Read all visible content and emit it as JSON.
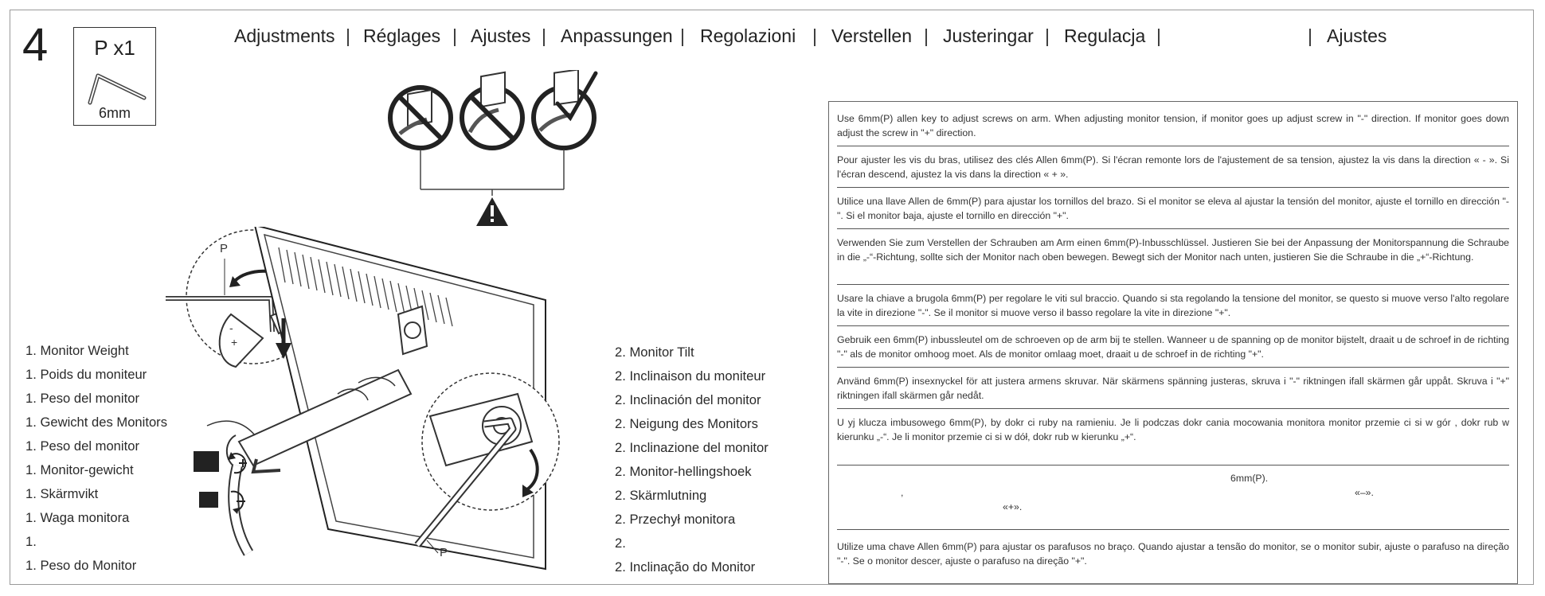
{
  "step": {
    "number": "4"
  },
  "tool": {
    "quantity": "P x1",
    "size": "6mm",
    "icon": "allen-key-icon"
  },
  "header": {
    "items": [
      "Adjustments",
      "Réglages",
      "Ajustes",
      "Anpassungen",
      "Regolazioni",
      "Verstellen",
      "Justeringar",
      "Regulacja",
      "",
      "Ajustes"
    ],
    "separator": "|"
  },
  "illustration": {
    "label_p_top": "P",
    "label_p_bottom": "P",
    "warning_icon": "warning-triangle-icon",
    "plus_icon": "plus-rotate-icon",
    "minus_icon": "minus-rotate-icon"
  },
  "weight_list": {
    "items": [
      "1. Monitor Weight",
      "1. Poids du moniteur",
      "1. Peso del monitor",
      "1. Gewicht des Monitors",
      "1. Peso del monitor",
      "1. Monitor-gewicht",
      "1. Skärmvikt",
      "1. Waga monitora",
      "1.",
      "1. Peso do Monitor"
    ]
  },
  "tilt_list": {
    "items": [
      "2. Monitor Tilt",
      "2. Inclinaison du moniteur",
      "2. Inclinación del monitor",
      "2. Neigung des Monitors",
      "2. Inclinazione del monitor",
      "2. Monitor-hellingshoek",
      "2. Skärmlutning",
      "2. Przechył monitora",
      "2.",
      "2. Inclinação do Monitor"
    ]
  },
  "instructions": {
    "en": "Use 6mm(P) allen key to adjust screws on arm. When adjusting monitor tension, if monitor goes up adjust screw in \"-\" direction. If monitor goes down adjust the screw in \"+\" direction.",
    "fr": "Pour ajuster les vis du bras, utilisez des clés Allen 6mm(P). Si l'écran remonte lors de l'ajustement de sa tension, ajustez la vis dans la direction « - ». Si l'écran descend, ajustez la vis dans la direction « + ».",
    "es": "Utilice una llave Allen de 6mm(P) para ajustar los tornillos del brazo. Si el monitor se eleva al ajustar la tensión del monitor, ajuste el tornillo en dirección \"-\". Si el monitor baja, ajuste el tornillo en dirección \"+\".",
    "de": "Verwenden Sie zum Verstellen der Schrauben am Arm einen 6mm(P)-Inbusschlüssel. Justieren Sie bei der Anpassung der Monitorspannung die Schraube in die „-“-Richtung, sollte sich der Monitor nach oben bewegen. Bewegt sich der Monitor nach unten, justieren Sie die Schraube in die „+“-Richtung.",
    "it": "Usare la chiave a brugola 6mm(P) per regolare le viti sul braccio. Quando si sta regolando la tensione del monitor, se questo si muove verso l'alto regolare la vite in direzione \"-\". Se il monitor si muove verso il basso regolare la vite in direzione \"+\".",
    "nl": "Gebruik een 6mm(P) inbussleutel om de schroeven op de arm bij te stellen. Wanneer u de spanning op de monitor bijstelt, draait u de schroef in de richting \"-\" als de monitor omhoog moet. Als de monitor omlaag moet, draait u de schroef in de richting \"+\".",
    "sv": "Använd 6mm(P) insexnyckel för att justera armens skruvar. När skärmens spänning justeras, skruva i \"-\" riktningen ifall skärmen går uppåt. Skruva i \"+\" riktningen ifall skärmen går nedåt.",
    "pl": "U yj klucza imbusowego 6mm(P), by dokr ci ruby na ramieniu. Je li podczas dokr cania mocowania monitora monitor przemie ci si w gór , dokr rub w kierunku „-“. Je li monitor przemie ci si w dół, dokr rub w kierunku „+“.",
    "xx_line1": "6mm(P).",
    "xx_line2a": ",",
    "xx_line2b": "«–».",
    "xx_line3": "«+».",
    "pt": "Utilize uma chave Allen 6mm(P) para ajustar os parafusos no braço. Quando ajustar a tensão do monitor, se o monitor subir, ajuste o parafuso na direção \"-\". Se o monitor descer, ajuste o parafuso na direção \"+\"."
  }
}
